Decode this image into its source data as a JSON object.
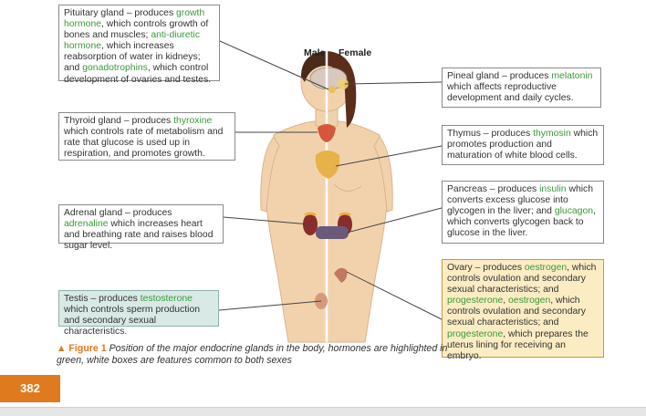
{
  "headers": {
    "male": "Male",
    "female": "Female"
  },
  "boxes": {
    "pituitary": [
      {
        "t": "Pituitary gland – produces ",
        "g": false
      },
      {
        "t": "growth hormone",
        "g": true
      },
      {
        "t": ", which controls growth of bones and muscles; ",
        "g": false
      },
      {
        "t": "anti-diuretic hormone",
        "g": true
      },
      {
        "t": ", which increases reabsorption of water in kidneys; and ",
        "g": false
      },
      {
        "t": "gonadotrophins",
        "g": true
      },
      {
        "t": ", which control development of ovaries and testes.",
        "g": false
      }
    ],
    "thyroid": [
      {
        "t": "Thyroid gland – produces ",
        "g": false
      },
      {
        "t": "thyroxine",
        "g": true
      },
      {
        "t": " which controls rate of metabolism and rate that glucose is used up in respiration, and promotes growth.",
        "g": false
      }
    ],
    "adrenal": [
      {
        "t": "Adrenal gland – produces ",
        "g": false
      },
      {
        "t": "adrenaline",
        "g": true
      },
      {
        "t": " which increases heart and breathing rate and raises blood sugar level.",
        "g": false
      }
    ],
    "testis": [
      {
        "t": "Testis – produces ",
        "g": false
      },
      {
        "t": "testosterone",
        "g": true
      },
      {
        "t": " which controls sperm production and secondary sexual characteristics.",
        "g": false
      }
    ],
    "pineal": [
      {
        "t": "Pineal gland – produces ",
        "g": false
      },
      {
        "t": "melatonin",
        "g": true
      },
      {
        "t": " which affects reproductive development and daily cycles.",
        "g": false
      }
    ],
    "thymus": [
      {
        "t": "Thymus – produces ",
        "g": false
      },
      {
        "t": "thymosin",
        "g": true
      },
      {
        "t": " which promotes production and maturation of white blood cells.",
        "g": false
      }
    ],
    "pancreas": [
      {
        "t": "Pancreas – produces ",
        "g": false
      },
      {
        "t": "insulin",
        "g": true
      },
      {
        "t": " which converts excess glucose into glycogen in the liver; and ",
        "g": false
      },
      {
        "t": "glucagon",
        "g": true
      },
      {
        "t": ", which converts glycogen back to glucose in the liver.",
        "g": false
      }
    ],
    "ovary": [
      {
        "t": "Ovary – produces ",
        "g": false
      },
      {
        "t": "oestrogen",
        "g": true
      },
      {
        "t": ", which controls ovulation and secondary sexual characteristics; and ",
        "g": false
      },
      {
        "t": "progesterone",
        "g": true
      },
      {
        "t": ", ",
        "g": false
      },
      {
        "t": "oestrogen",
        "g": true
      },
      {
        "t": ", which controls ovulation and secondary sexual characteristics; and ",
        "g": false
      },
      {
        "t": "progesterone",
        "g": true
      },
      {
        "t": ", which prepares the uterus lining for receiving an embryo.",
        "g": false
      }
    ]
  },
  "caption": {
    "figure": "▲ Figure 1",
    "text": "  Position of the major endocrine glands in the body, hormones are highlighted in green, white boxes are features common to both sexes"
  },
  "page_number": "382",
  "colors": {
    "accent": "#e07a1f",
    "hormone_green": "#3a9a3a",
    "skin": "#f2d2ad"
  }
}
